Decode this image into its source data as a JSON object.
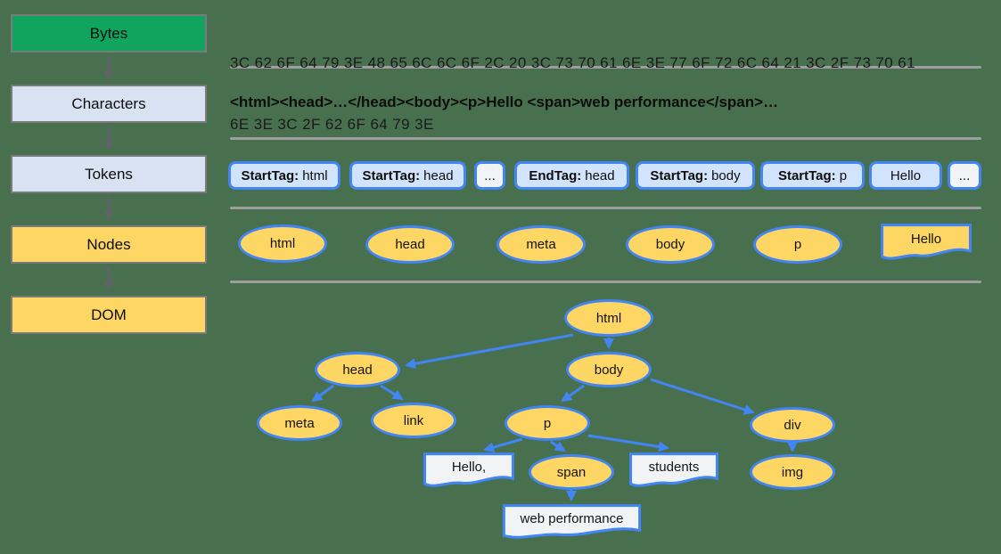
{
  "colors": {
    "background": "#48704E",
    "stage_green": "#10A45F",
    "stage_blue": "#D8E2F3",
    "stage_yellow": "#FDD663",
    "node_yellow": "#FDD663",
    "accent_blue": "#4285F4",
    "token_fill": "#D2E3FC",
    "doc_fill": "#F1F3F4",
    "divider_gray": "#9E9E9E",
    "arrow_gray": "#5F6368",
    "border_gray": "#7B7B7B",
    "text_dark": "#1A1A1A"
  },
  "pipeline": {
    "stages": [
      {
        "label": "Bytes"
      },
      {
        "label": "Characters"
      },
      {
        "label": "Tokens"
      },
      {
        "label": "Nodes"
      },
      {
        "label": "DOM"
      }
    ]
  },
  "bytes_row": {
    "lines": [
      "3C 62 6F 64 79 3E 48 65 6C 6C 6F 2C 20 3C 73 70 61 6E 3E 77 6F 72 6C 64 21 3C 2F 73 70 61",
      "6E 3E 3C 2F 62 6F 64 79 3E"
    ]
  },
  "characters_row": {
    "text": "<html><head>…</head><body><p>Hello <span>web performance</span>…"
  },
  "tokens_row": {
    "items": [
      {
        "kind": "StartTag:",
        "value": "html"
      },
      {
        "kind": "StartTag:",
        "value": "head"
      },
      {
        "value": "..."
      },
      {
        "kind": "EndTag:",
        "value": "head"
      },
      {
        "kind": "StartTag:",
        "value": "body"
      },
      {
        "kind": "StartTag:",
        "value": "p"
      },
      {
        "value": "Hello"
      },
      {
        "value": "..."
      }
    ]
  },
  "nodes_row": {
    "items": [
      {
        "label": "html"
      },
      {
        "label": "head"
      },
      {
        "label": "meta"
      },
      {
        "label": "body"
      },
      {
        "label": "p"
      },
      {
        "label": "Hello"
      }
    ]
  },
  "dom_tree": {
    "nodes": [
      {
        "label": "html"
      },
      {
        "label": "head"
      },
      {
        "label": "body"
      },
      {
        "label": "meta"
      },
      {
        "label": "link"
      },
      {
        "label": "p"
      },
      {
        "label": "div"
      },
      {
        "label": "Hello,"
      },
      {
        "label": "span"
      },
      {
        "label": "students"
      },
      {
        "label": "img"
      },
      {
        "label": "web performance"
      }
    ],
    "edges": [
      [
        "html",
        "head"
      ],
      [
        "html",
        "body"
      ],
      [
        "head",
        "meta"
      ],
      [
        "head",
        "link"
      ],
      [
        "body",
        "p"
      ],
      [
        "body",
        "div"
      ],
      [
        "p",
        "Hello,"
      ],
      [
        "p",
        "span"
      ],
      [
        "p",
        "students"
      ],
      [
        "span",
        "web performance"
      ],
      [
        "div",
        "img"
      ]
    ]
  }
}
